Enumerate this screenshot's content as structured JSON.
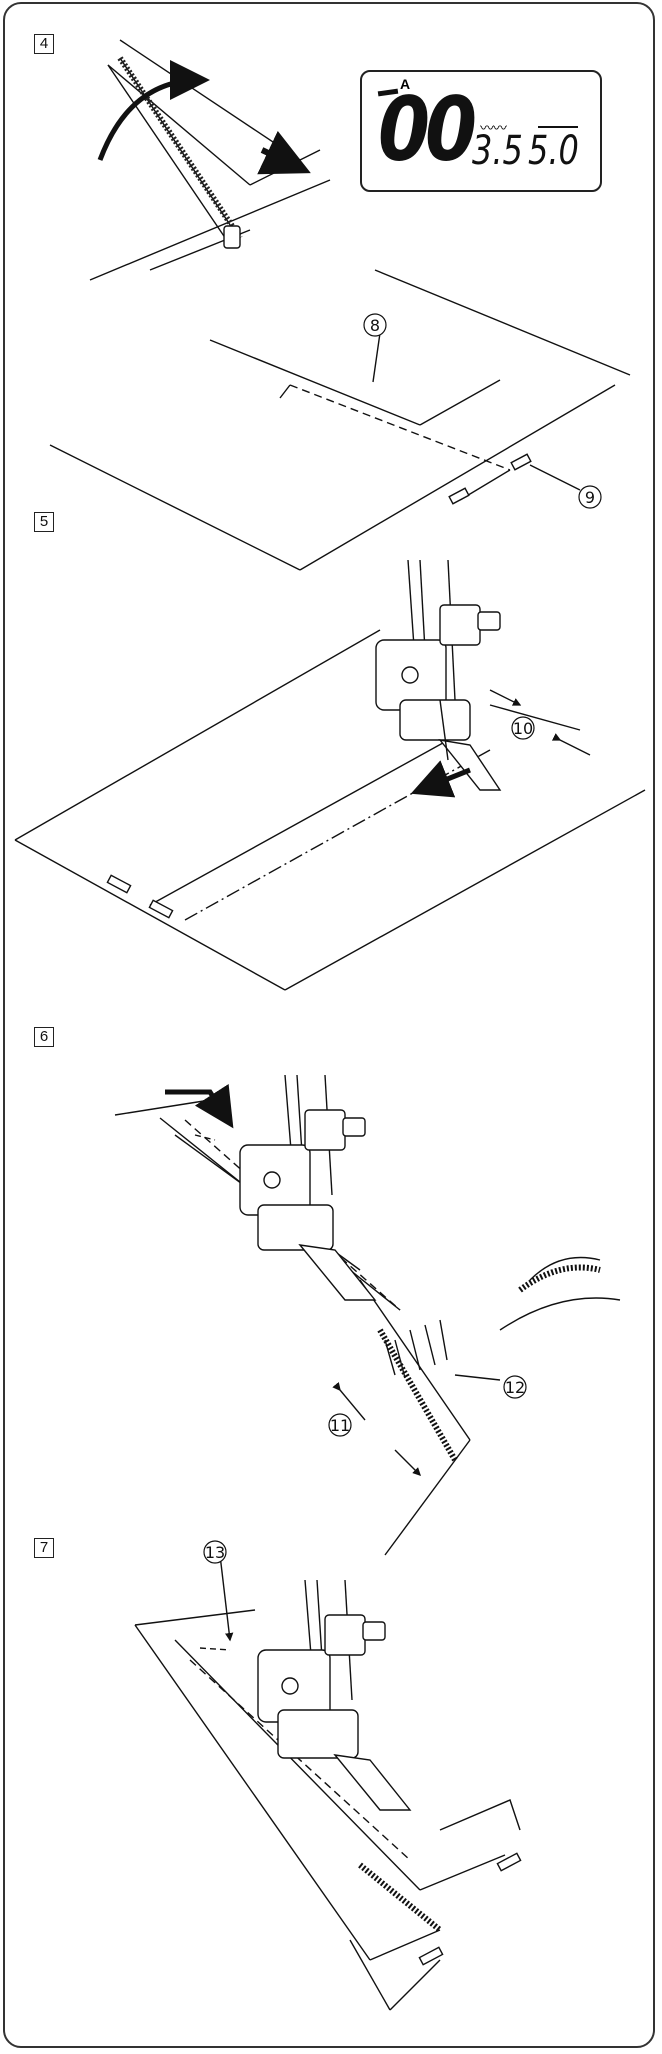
{
  "steps": {
    "s4": "4",
    "s5": "5",
    "s6": "6",
    "s7": "7"
  },
  "lcd": {
    "pattern": "00",
    "mode_letter": "A",
    "stitch_width": "3.5",
    "stitch_length": "5.0"
  },
  "callouts": {
    "c8": "8",
    "c9": "9",
    "c10": "10",
    "c11": "11",
    "c12": "12",
    "c13": "13"
  }
}
